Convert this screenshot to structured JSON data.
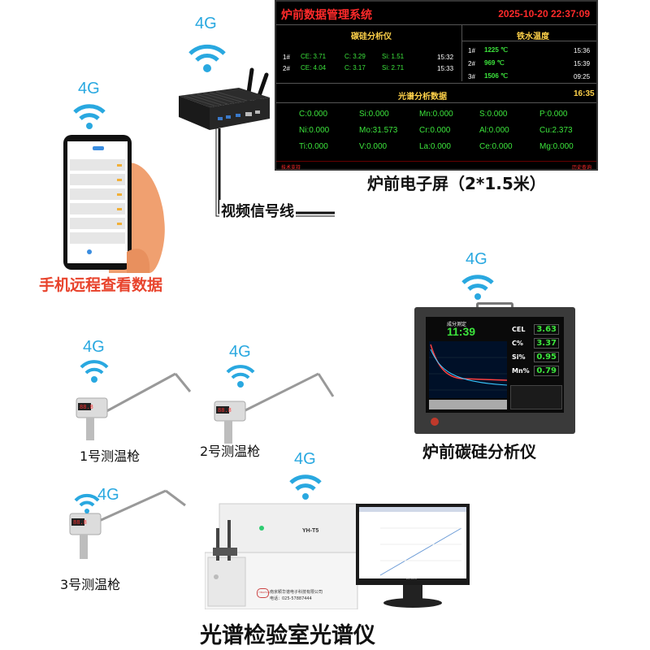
{
  "labels": {
    "phone": "手机远程查看数据",
    "video_cable": "视频信号线",
    "big_screen": "炉前电子屏（2*1.5米）",
    "analyzer": "炉前碳硅分析仪",
    "gun1": "1号测温枪",
    "gun2": "2号测温枪",
    "gun3": "3号测温枪",
    "spectrometer": "光谱检验室光谱仪",
    "four_g": "4G"
  },
  "screen": {
    "title": "炉前数据管理系统",
    "datetime": "2025-10-20 22:37:09",
    "cs_section": "碳硅分析仪",
    "temp_section": "铁水温度",
    "spec_section": "光谱分析数据",
    "spec_time": "16:35",
    "cs_rows": [
      {
        "no": "1#",
        "ce": "CE: 3.71",
        "c": "C: 3.29",
        "si": "Si: 1.51",
        "time": "15:32"
      },
      {
        "no": "2#",
        "ce": "CE: 4.04",
        "c": "C: 3.17",
        "si": "Si: 2.71",
        "time": "15:33"
      }
    ],
    "temp_rows": [
      {
        "no": "1#",
        "value": "1225 ℃",
        "time": "15:36"
      },
      {
        "no": "2#",
        "value": "969 ℃",
        "time": "15:39"
      },
      {
        "no": "3#",
        "value": "1506 ℃",
        "time": "09:25"
      }
    ],
    "spec_rows": [
      [
        "C:0.000",
        "Si:0.000",
        "Mn:0.000",
        "S:0.000",
        "P:0.000"
      ],
      [
        "Ni:0.000",
        "Mo:31.573",
        "Cr:0.000",
        "Al:0.000",
        "Cu:2.373"
      ],
      [
        "Ti:0.000",
        "V:0.000",
        "La:0.000",
        "Ce:0.000",
        "Mg:0.000"
      ]
    ],
    "footer_left": "技术支持",
    "footer_right": "历史查询"
  },
  "analyzer": {
    "header": "成分测定",
    "clock": "11:39",
    "readouts": [
      {
        "name": "CEL",
        "value": "3.63"
      },
      {
        "name": "C%",
        "value": "3.37"
      },
      {
        "name": "Si%",
        "value": "0.95"
      },
      {
        "name": "Mn%",
        "value": "0.79"
      }
    ]
  },
  "spectrometer": {
    "model": "YH-T5",
    "company": "南京颖华谱电子科技有限公司",
    "phone": "电话：025-57887444",
    "brand": "YINGHUA",
    "monitor_brand": "Lenovo"
  },
  "gun": {
    "display": "88.8"
  }
}
